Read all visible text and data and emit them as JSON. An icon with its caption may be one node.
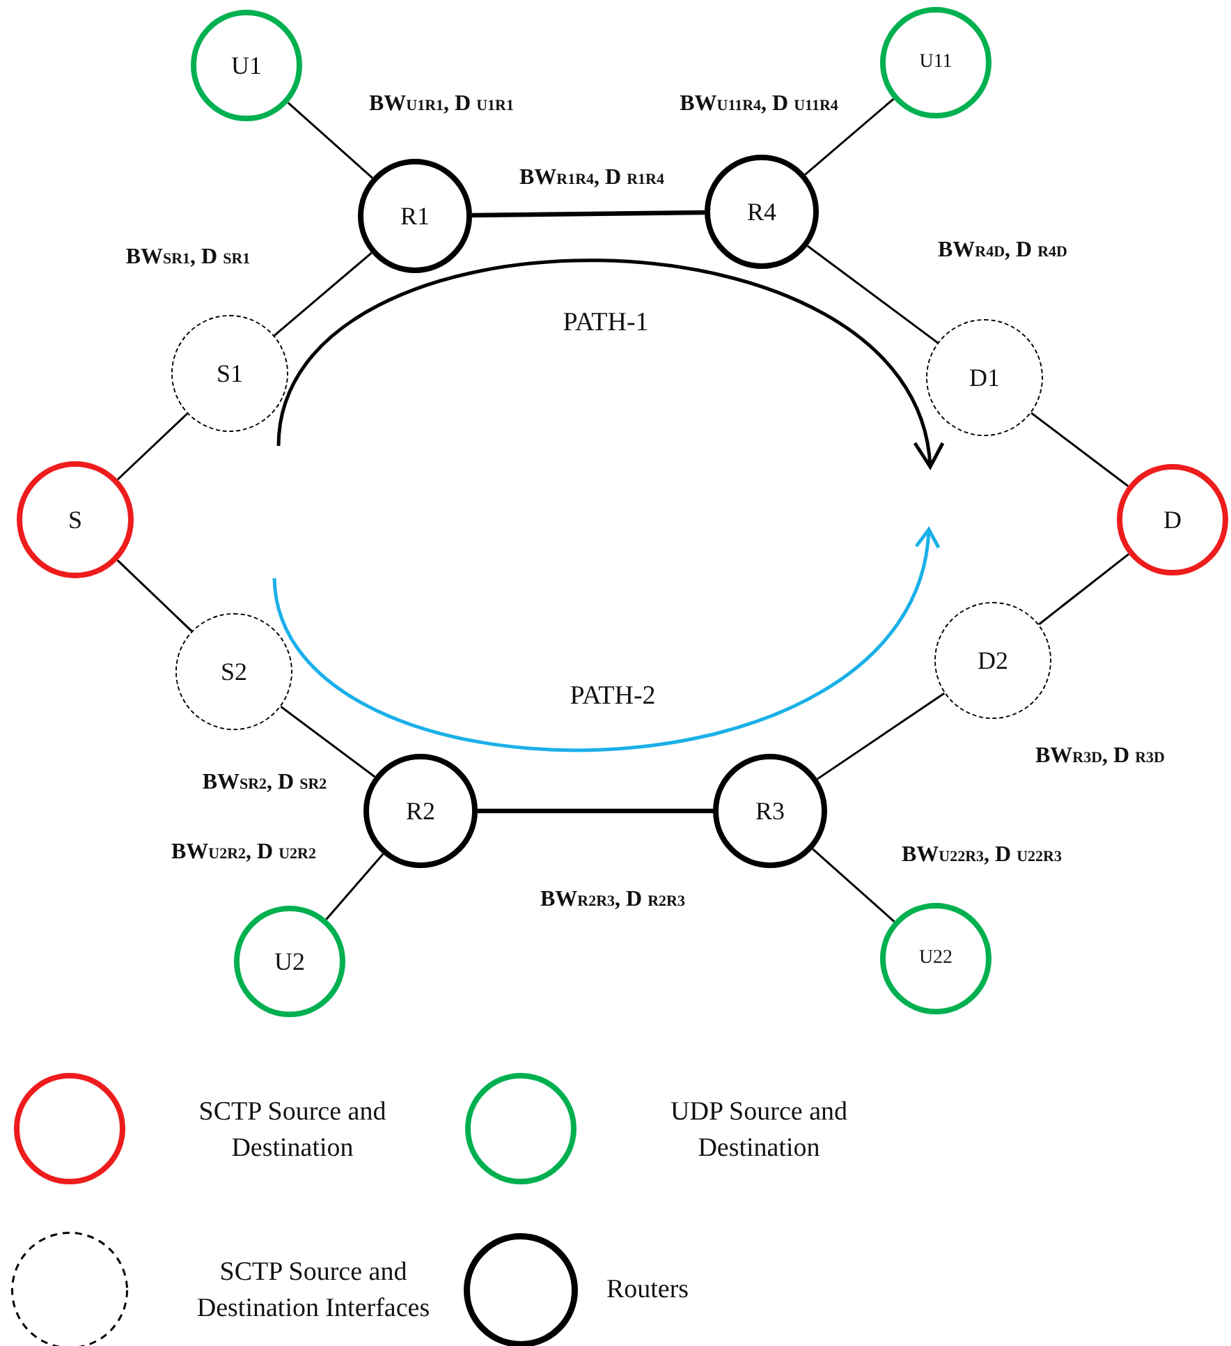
{
  "diagram": {
    "nodes": [
      {
        "text": [
          "U1"
        ]
      },
      {
        "text": [
          "U11"
        ]
      },
      {
        "text": [
          "R1"
        ]
      },
      {
        "text": [
          "R4"
        ]
      },
      {
        "text": [
          "S1"
        ]
      },
      {
        "text": [
          "D1"
        ]
      },
      {
        "text": [
          "S"
        ]
      },
      {
        "text": [
          "D"
        ]
      },
      {
        "text": [
          "S2"
        ]
      },
      {
        "text": [
          "D2"
        ]
      },
      {
        "text": [
          "R2"
        ]
      },
      {
        "text": [
          "R3"
        ]
      },
      {
        "text": [
          "U2"
        ]
      },
      {
        "text": [
          "U22"
        ]
      }
    ],
    "edges": [
      {
        "from": 0,
        "to": 2,
        "arrow": "none",
        "label": "BW$_{U1R1}$, D $_{U1R1}$"
      },
      {
        "from": 2,
        "to": 3,
        "arrow": "none",
        "style": "thick",
        "label": "BW$_{R1R4}$, D $_{R1R4}$"
      },
      {
        "from": 1,
        "to": 3,
        "arrow": "none",
        "label": "BW$_{U11R4}$, D $_{U11R4}$"
      },
      {
        "from": 4,
        "to": 2,
        "arrow": "none",
        "label": "BW$_{SR1}$, D $_{SR1}$"
      },
      {
        "from": 3,
        "to": 5,
        "arrow": "none",
        "label": "BW$_{R4D}$, D $_{R4D}$"
      },
      {
        "from": 6,
        "to": 4,
        "arrow": "none"
      },
      {
        "from": 5,
        "to": 7,
        "arrow": "none"
      },
      {
        "from": 6,
        "to": 8,
        "arrow": "none"
      },
      {
        "from": 9,
        "to": 7,
        "arrow": "none"
      },
      {
        "from": 8,
        "to": 10,
        "arrow": "none",
        "label": "BW$_{SR2}$, D $_{SR2}$"
      },
      {
        "from": 10,
        "to": 12,
        "arrow": "none",
        "label": "BW$_{U2R2}$, D $_{U2R2}$"
      },
      {
        "from": 10,
        "to": 11,
        "arrow": "none",
        "style": "thick",
        "label": "BW$_{R2R3}$, D $_{R2R3}$"
      },
      {
        "from": 11,
        "to": 9,
        "arrow": "none",
        "label": "BW$_{R3D}$, D $_{R3D}$"
      },
      {
        "from": 11,
        "to": 13,
        "arrow": "none",
        "label": "BW$_{U22R3}$, D $_{U22R3}$"
      }
    ],
    "labels": [
      "PATH-1",
      "PATH-2"
    ],
    "legend": [
      {
        "text": "SCTP Source and Destination"
      },
      {
        "text": "UDP Source and Destination"
      },
      {
        "text": "SCTP Source and Destination Interfaces"
      },
      {
        "text": "Routers"
      }
    ]
  }
}
